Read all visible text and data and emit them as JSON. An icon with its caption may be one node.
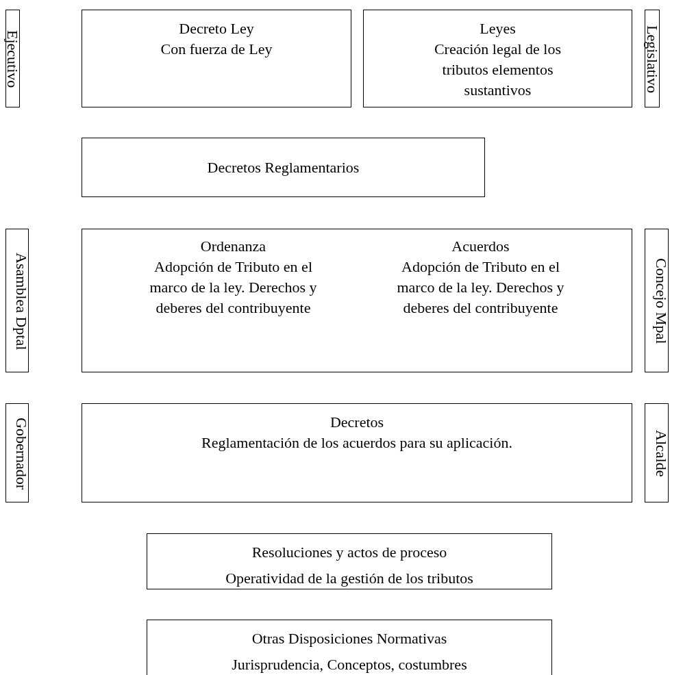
{
  "diagram": {
    "nodes": [
      {
        "text": [
          "Ejecutivo"
        ]
      },
      {
        "text": [
          "Decreto Ley",
          "Con fuerza de Ley"
        ]
      },
      {
        "text": [
          "Leyes",
          "Creación legal de los tributos elementos sustantivos"
        ]
      },
      {
        "text": [
          "Legislativo"
        ]
      },
      {
        "text": [
          "Decretos Reglamentarios"
        ]
      },
      {
        "text": [
          "Asamblea Dptal"
        ]
      },
      {
        "text": [
          "Ordenanza",
          "Adopción de Tributo en el marco de la ley. Derechos y deberes del contribuyente",
          "Acuerdos",
          "Adopción de Tributo en el marco de la ley. Derechos y deberes del contribuyente"
        ]
      },
      {
        "text": [
          "Concejo Mpal"
        ]
      },
      {
        "text": [
          "Gobernador"
        ]
      },
      {
        "text": [
          "Decretos",
          "Reglamentación de los acuerdos para su aplicación."
        ]
      },
      {
        "text": [
          "Alcalde"
        ]
      },
      {
        "text": [
          "Resoluciones y actos de proceso",
          "Operatividad de la gestión de los tributos"
        ]
      },
      {
        "text": [
          "Otras Disposiciones Normativas",
          "Jurisprudencia, Conceptos, costumbres"
        ]
      }
    ]
  }
}
